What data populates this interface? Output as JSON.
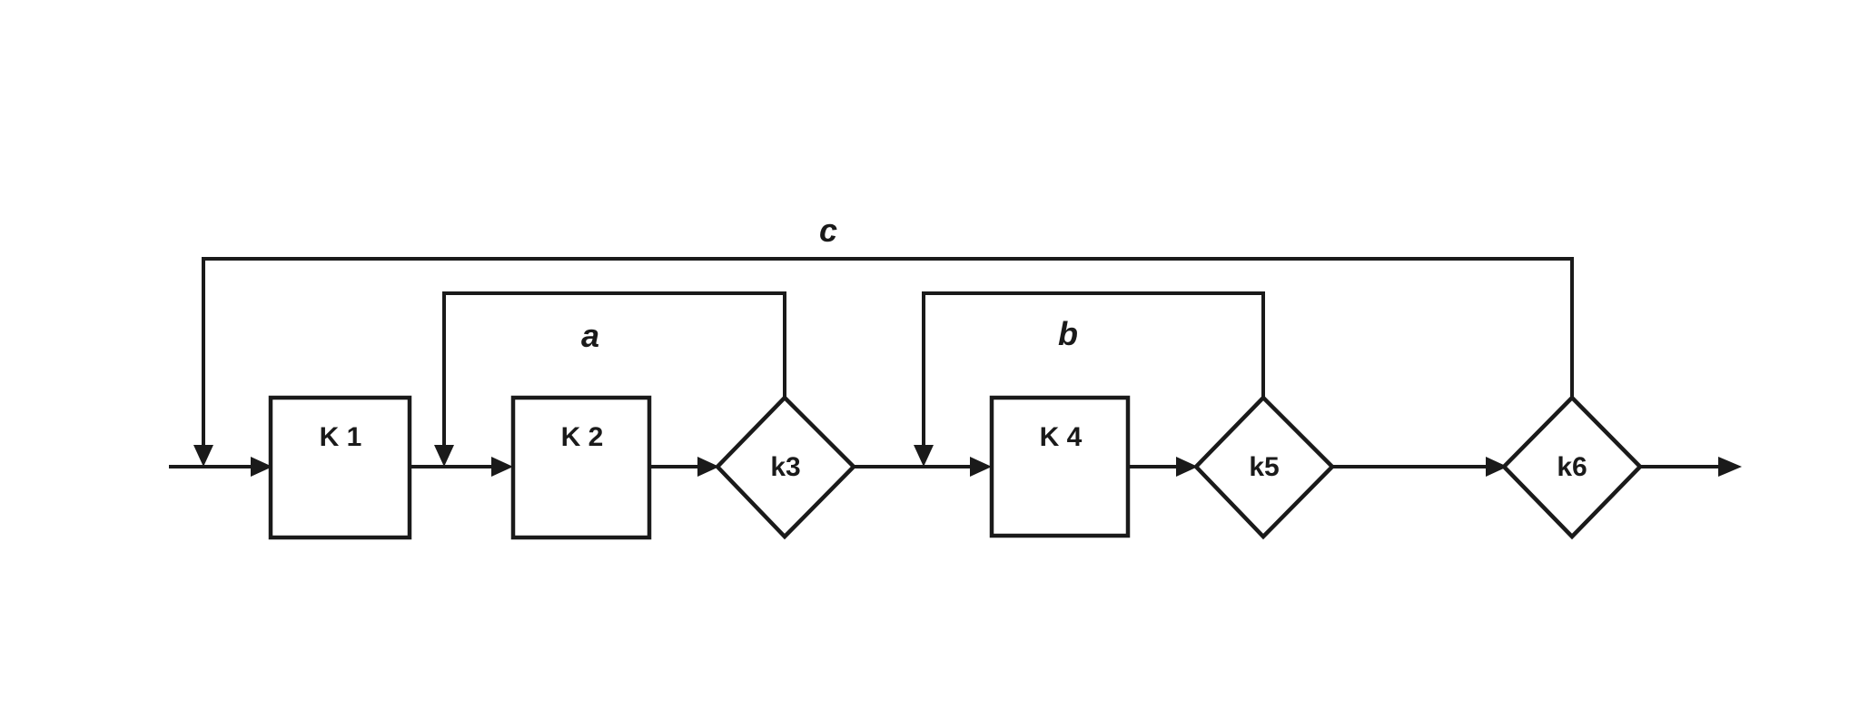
{
  "diagram": {
    "nodes": {
      "k1": {
        "label": "K 1",
        "shape": "box"
      },
      "k2": {
        "label": "K 2",
        "shape": "box"
      },
      "k3": {
        "label": "k3",
        "shape": "diamond"
      },
      "k4": {
        "label": "K 4",
        "shape": "box"
      },
      "k5": {
        "label": "k5",
        "shape": "diamond"
      },
      "k6": {
        "label": "k6",
        "shape": "diamond"
      }
    },
    "loops": {
      "a": {
        "label": "a",
        "from": "k3",
        "to": "k2"
      },
      "b": {
        "label": "b",
        "from": "k5",
        "to": "k4"
      },
      "c": {
        "label": "c",
        "from": "k6",
        "to": "k1"
      }
    },
    "flow_order": [
      "k1",
      "k2",
      "k3",
      "k4",
      "k5",
      "k6"
    ],
    "colors": {
      "stroke": "#1a1a1a",
      "background": "#ffffff"
    }
  }
}
